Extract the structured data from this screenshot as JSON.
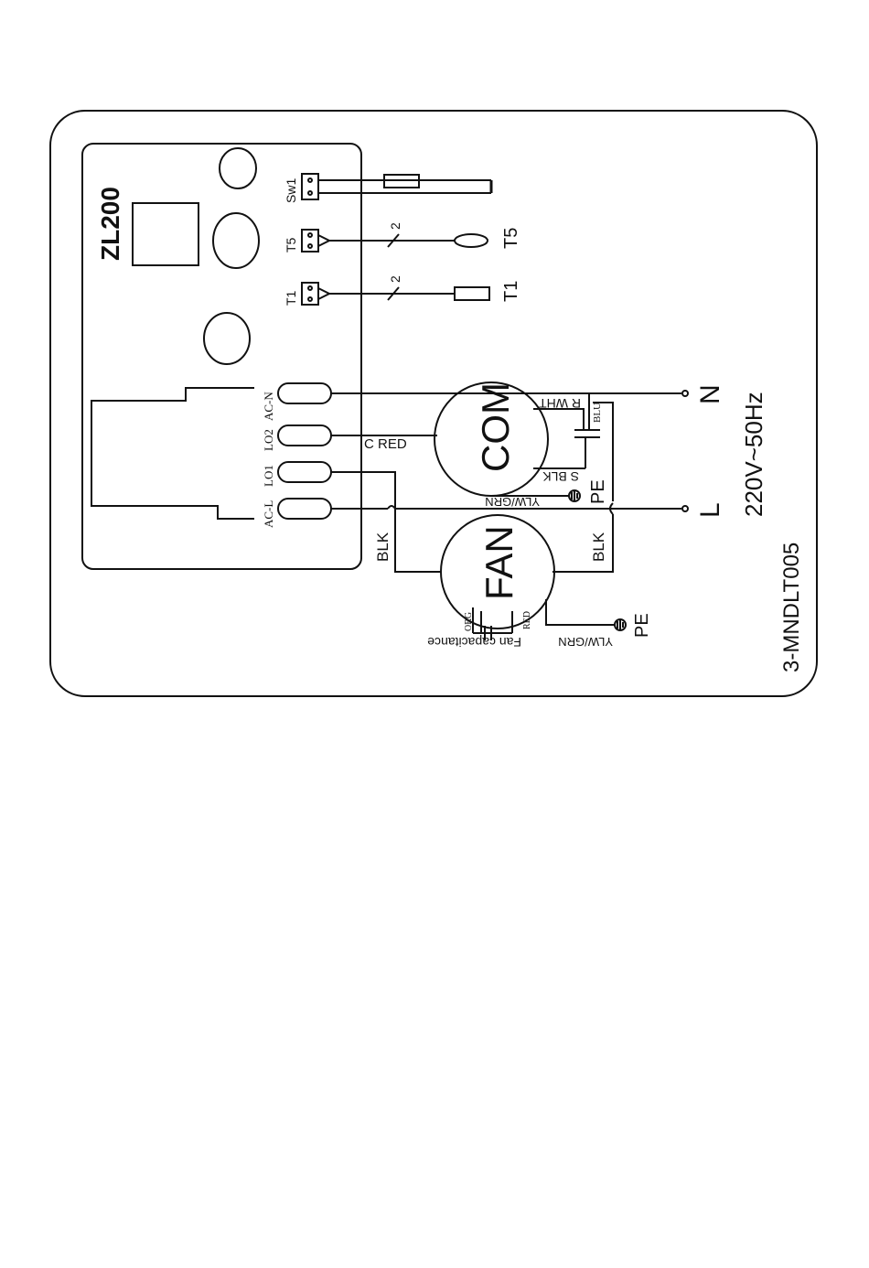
{
  "board": {
    "model": "ZL200",
    "connectors": {
      "sw1": "Sw1",
      "t5": "T5",
      "t1": "T1",
      "ac_n": "AC-N",
      "lo2": "LO2",
      "lo1": "LO1",
      "ac_l": "AC-L"
    }
  },
  "sensors": {
    "t5_label": "T5",
    "t1_label": "T1",
    "t5_wire_count": "2",
    "t1_wire_count": "2"
  },
  "compressor": {
    "label": "COM",
    "run_wire": "R WHT",
    "common_wire": "C RED",
    "start_wire": "S BLK",
    "cap_wire": "BLU",
    "ground_wire": "YLW/GRN",
    "ground_label": "PE"
  },
  "fan": {
    "label": "FAN",
    "wire_left": "BLK",
    "wire_right": "BLK",
    "cap_wire_org": "ORG",
    "cap_wire_red": "RED",
    "capacitor_label": "Fan capacitance",
    "ground_wire": "YLW/GRN",
    "ground_label": "PE"
  },
  "power": {
    "neutral": "N",
    "live": "L",
    "rating": "220V~50Hz"
  },
  "drawing_code": "3-MNDLT005",
  "colors": {
    "line": "#111111",
    "background": "#ffffff"
  }
}
